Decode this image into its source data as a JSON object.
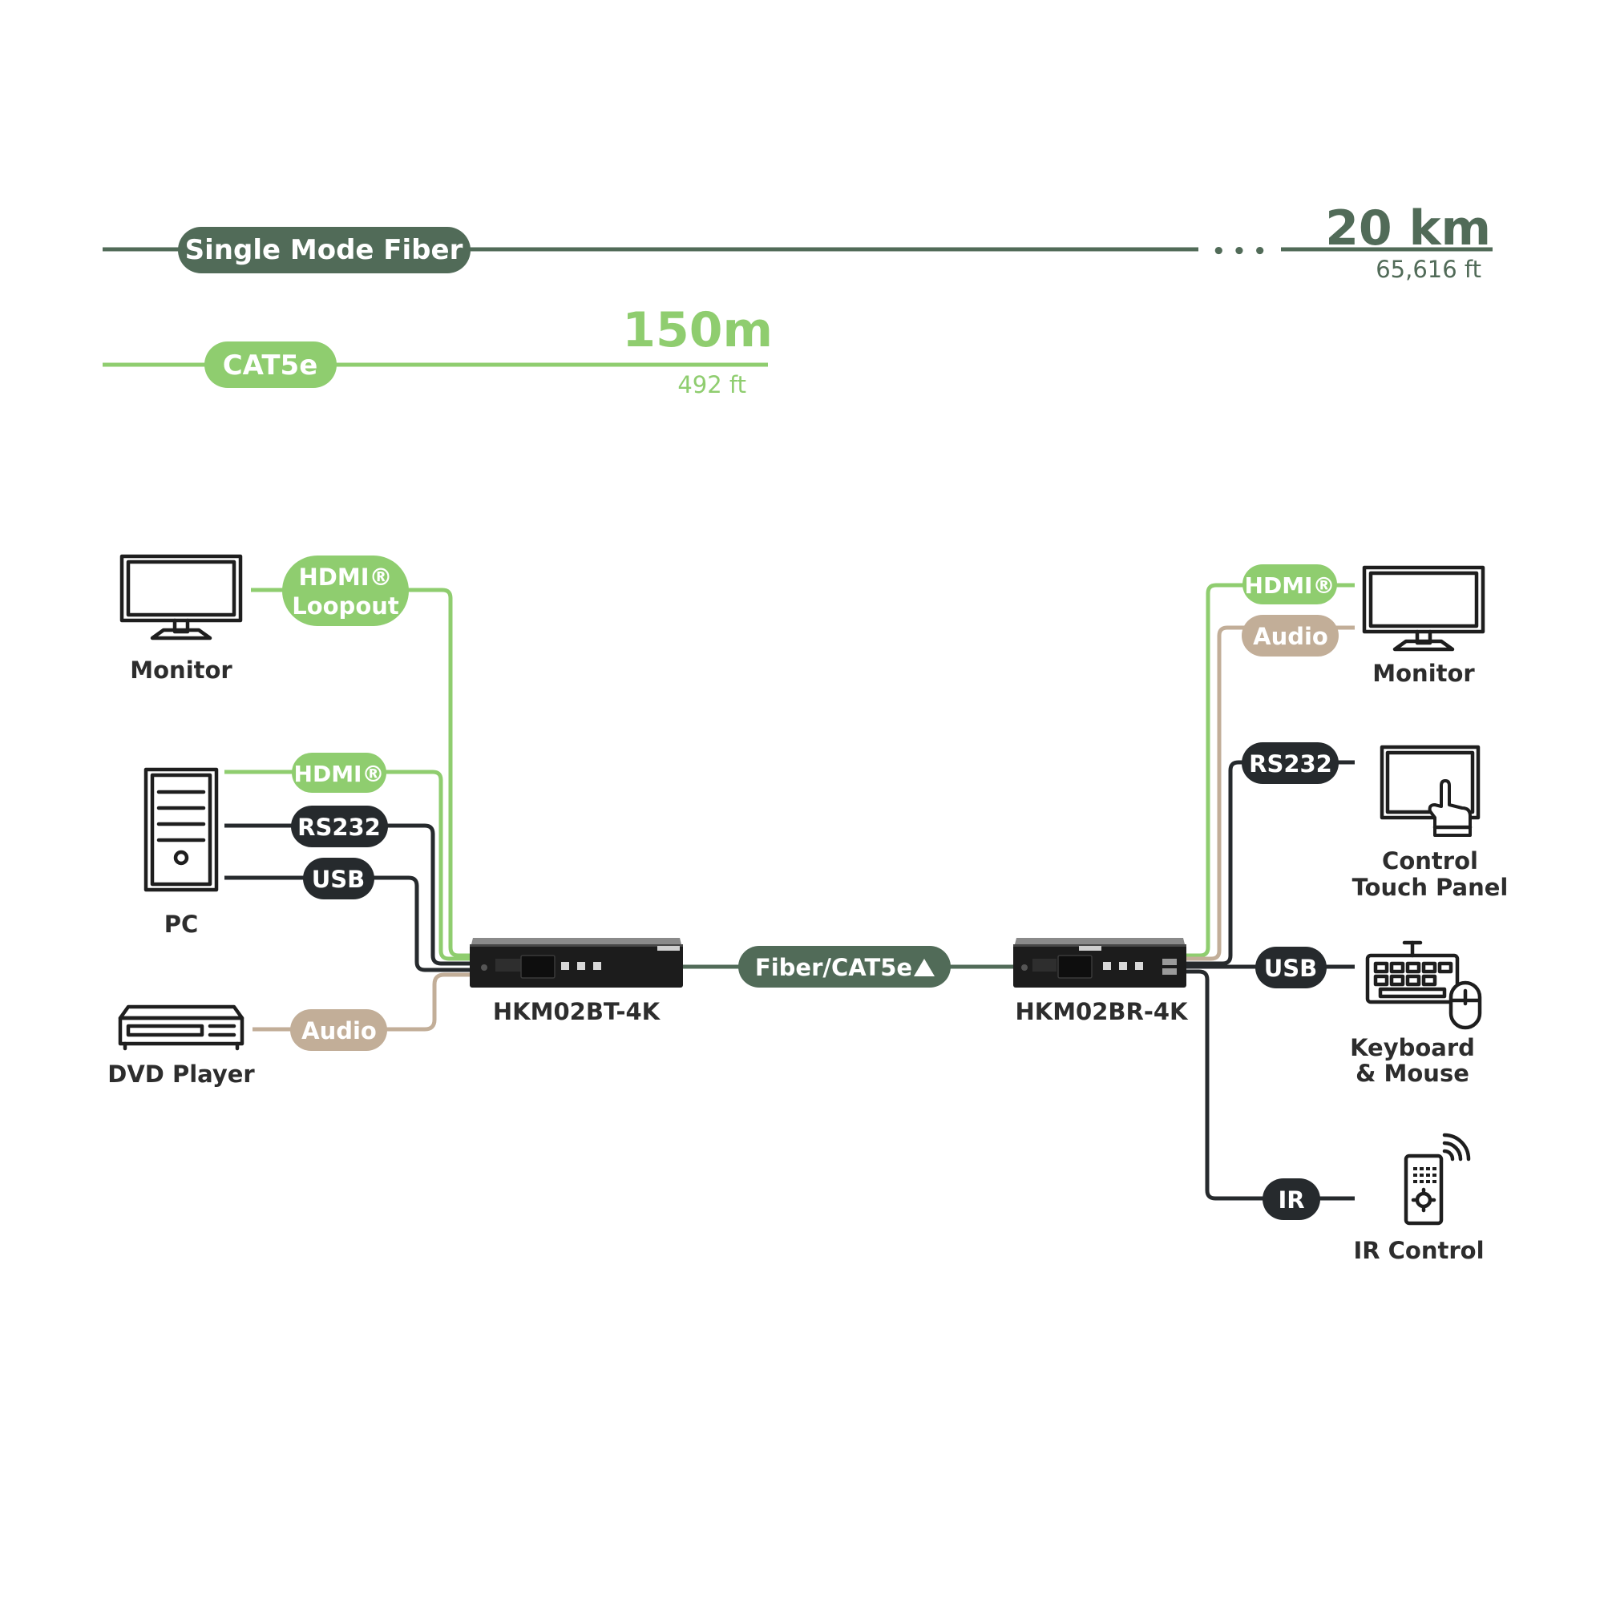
{
  "colors": {
    "fiber": "#516b58",
    "cat5e": "#8fcd6f",
    "hdmi": "#8fcd6f",
    "audio": "#c2ae98",
    "control": "#262a2d",
    "text": "#2d2d2d"
  },
  "distances": {
    "fiber": {
      "label": "Single Mode Fiber",
      "distance": "20 km",
      "distance_ft": "65,616 ft",
      "ellipsis": "• • •"
    },
    "cat5e": {
      "label": "CAT5e",
      "distance": "150m",
      "distance_ft": "492 ft"
    }
  },
  "transmitter": {
    "model": "HKM02BT-4K",
    "sources": [
      {
        "name": "Monitor",
        "icon": "monitor-icon",
        "connections": [
          {
            "label": "HDMI®",
            "label2": "Loopout",
            "type": "hdmi"
          }
        ]
      },
      {
        "name": "PC",
        "icon": "pc-tower-icon",
        "connections": [
          {
            "label": "HDMI®",
            "type": "hdmi"
          },
          {
            "label": "RS232",
            "type": "control"
          },
          {
            "label": "USB",
            "type": "control"
          }
        ]
      },
      {
        "name": "DVD Player",
        "icon": "dvd-player-icon",
        "connections": [
          {
            "label": "Audio",
            "type": "audio"
          }
        ]
      }
    ]
  },
  "link": {
    "label": "Fiber/CAT5e"
  },
  "receiver": {
    "model": "HKM02BR-4K",
    "outputs": [
      {
        "name": "Monitor",
        "icon": "monitor-icon",
        "connections": [
          {
            "label": "HDMI®",
            "type": "hdmi"
          },
          {
            "label": "Audio",
            "type": "audio"
          }
        ]
      },
      {
        "name": "Control",
        "name2": "Touch Panel",
        "icon": "touch-panel-icon",
        "connections": [
          {
            "label": "RS232",
            "type": "control"
          }
        ]
      },
      {
        "name": "Keyboard",
        "name2": "& Mouse",
        "icon": "keyboard-mouse-icon",
        "connections": [
          {
            "label": "USB",
            "type": "control"
          }
        ]
      },
      {
        "name": "IR Control",
        "icon": "ir-remote-icon",
        "connections": [
          {
            "label": "IR",
            "type": "control"
          }
        ]
      }
    ]
  }
}
